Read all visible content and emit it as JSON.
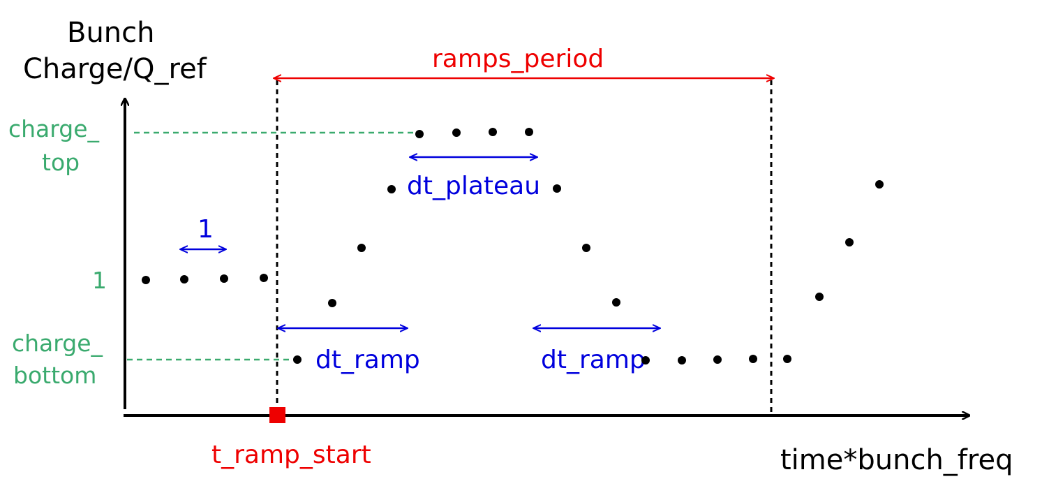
{
  "axes": {
    "y_label_line1": "Bunch",
    "y_label_line2": "Charge/Q_ref",
    "x_label": "time*bunch_freq"
  },
  "levels": {
    "charge_top_line1": "charge_",
    "charge_top_line2": "top",
    "one": "1",
    "charge_bottom_line1": "charge_",
    "charge_bottom_line2": "bottom"
  },
  "annotations": {
    "ramps_period": "ramps_period",
    "t_ramp_start": "t_ramp_start",
    "dt_plateau": "dt_plateau",
    "dt_ramp_rise": "dt_ramp",
    "dt_ramp_fall": "dt_ramp",
    "unit_step": "1"
  },
  "colors": {
    "axis": "#000000",
    "level": "#3aaa6e",
    "interval": "#0000dd",
    "period": "#ee0000",
    "dot": "#000000"
  }
}
